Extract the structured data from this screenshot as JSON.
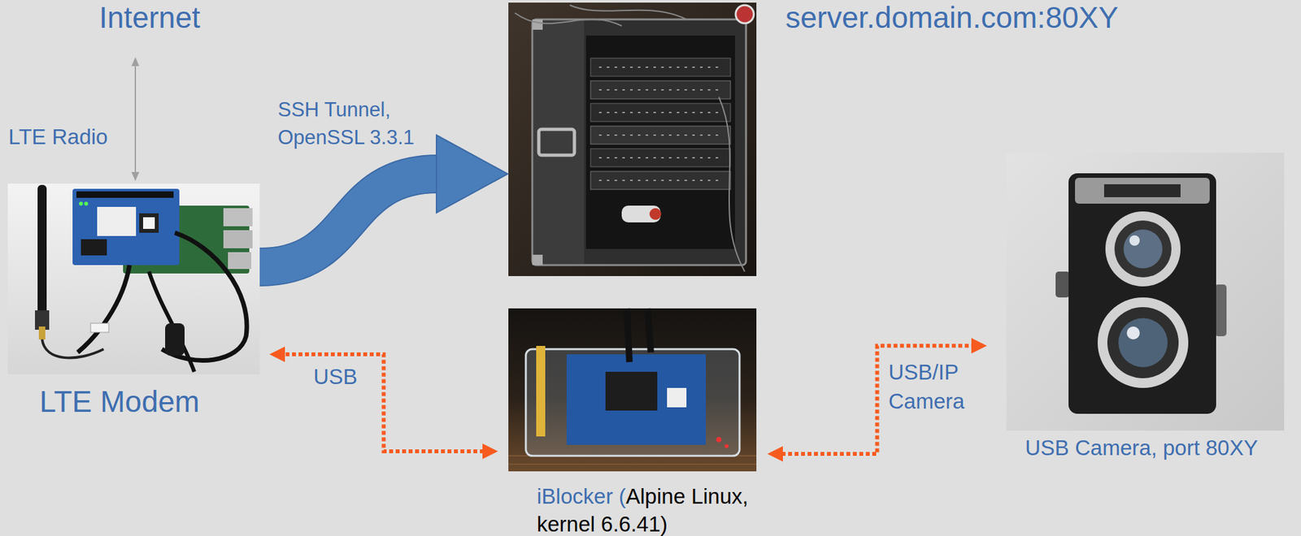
{
  "diagram": {
    "nodes": [
      {
        "text": [
          "Internet"
        ]
      },
      {
        "text": [
          "LTE Modem"
        ]
      },
      {
        "text": [
          "server.domain.com:80XY"
        ]
      },
      {
        "text": [
          "iBlocker (",
          "Alpine Linux, kernel 6.6.41)"
        ]
      },
      {
        "text": [
          "USB Camera, port 80XY"
        ]
      }
    ],
    "edges": [
      {
        "from": 0,
        "to": 1,
        "arrow": "both",
        "label": "LTE Radio"
      },
      {
        "from": 1,
        "to": 2,
        "arrow": "to",
        "label": "SSH Tunnel, OpenSSL 3.3.1"
      },
      {
        "from": 3,
        "to": 1,
        "arrow": "both",
        "label": "USB"
      },
      {
        "from": 3,
        "to": 4,
        "arrow": "both",
        "label": "USB/IP Camera"
      }
    ]
  }
}
